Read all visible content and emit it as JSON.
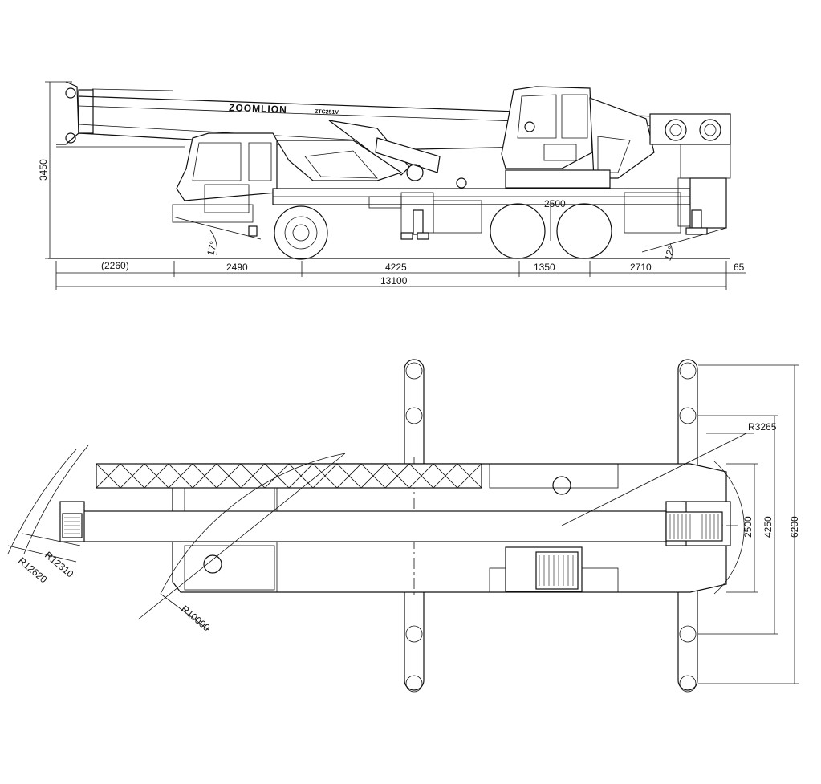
{
  "side_view": {
    "brand_label": "ZOOMLION",
    "model_label": "ZTC251V",
    "height_dim": "3450",
    "length_dims": [
      "(2260)",
      "2490",
      "4225",
      "1350",
      "2710",
      "65"
    ],
    "overall_length": "13100",
    "approach_angle": "17°",
    "departure_angle": "12°",
    "axle_track_label": "2500"
  },
  "plan_view": {
    "radius_boom": "R12310",
    "radius_tail": "R12620",
    "radius_cab": "R10000",
    "radius_counterweight": "R3265",
    "width_dims": [
      "2500",
      "4250",
      "6200"
    ]
  }
}
